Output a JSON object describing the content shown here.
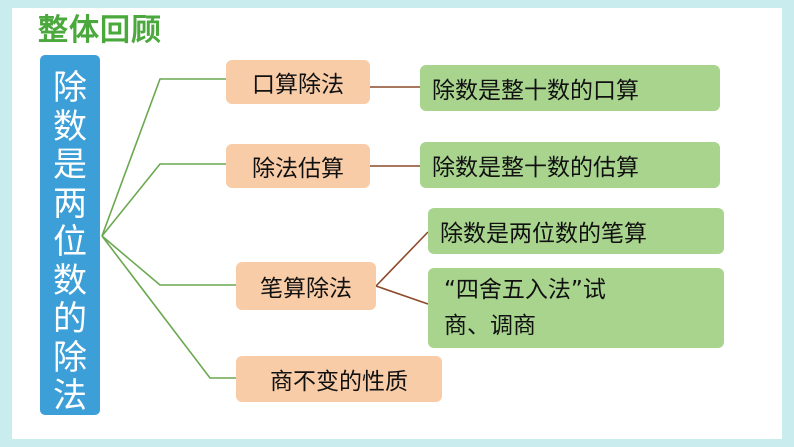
{
  "title": "整体回顾",
  "root_chars": [
    "除",
    "数",
    "是",
    "两",
    "位",
    "数",
    "的",
    "除",
    "法"
  ],
  "branches": {
    "b1": "口算除法",
    "b2": "除法估算",
    "b3": "笔算除法",
    "b4": "商不变的性质"
  },
  "leaves": {
    "l1": "除数是整十数的口算",
    "l2": "除数是整十数的估算",
    "l3": "除数是两位数的笔算",
    "l4a": "“四舍五入法”试",
    "l4b": "商、调商"
  },
  "colors": {
    "root": "#3c9fd8",
    "branch": "#f9cca8",
    "leaf": "#a8d48e",
    "title": "#4aa83c",
    "line_green": "#6aa84f",
    "line_brown": "#8b4a2a"
  }
}
